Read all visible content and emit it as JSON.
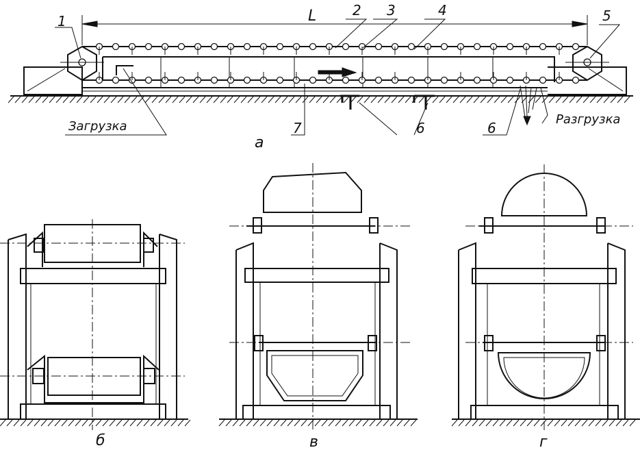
{
  "labels": {
    "length": "L",
    "n1": "1",
    "n2": "2",
    "n3": "3",
    "n4": "4",
    "n5": "5",
    "n6a": "6",
    "n6b": "6",
    "n7": "7",
    "loading": "Загрузка",
    "unloading": "Разгрузка"
  },
  "captions": {
    "a": "а",
    "b": "б",
    "v": "в",
    "g": "г"
  }
}
